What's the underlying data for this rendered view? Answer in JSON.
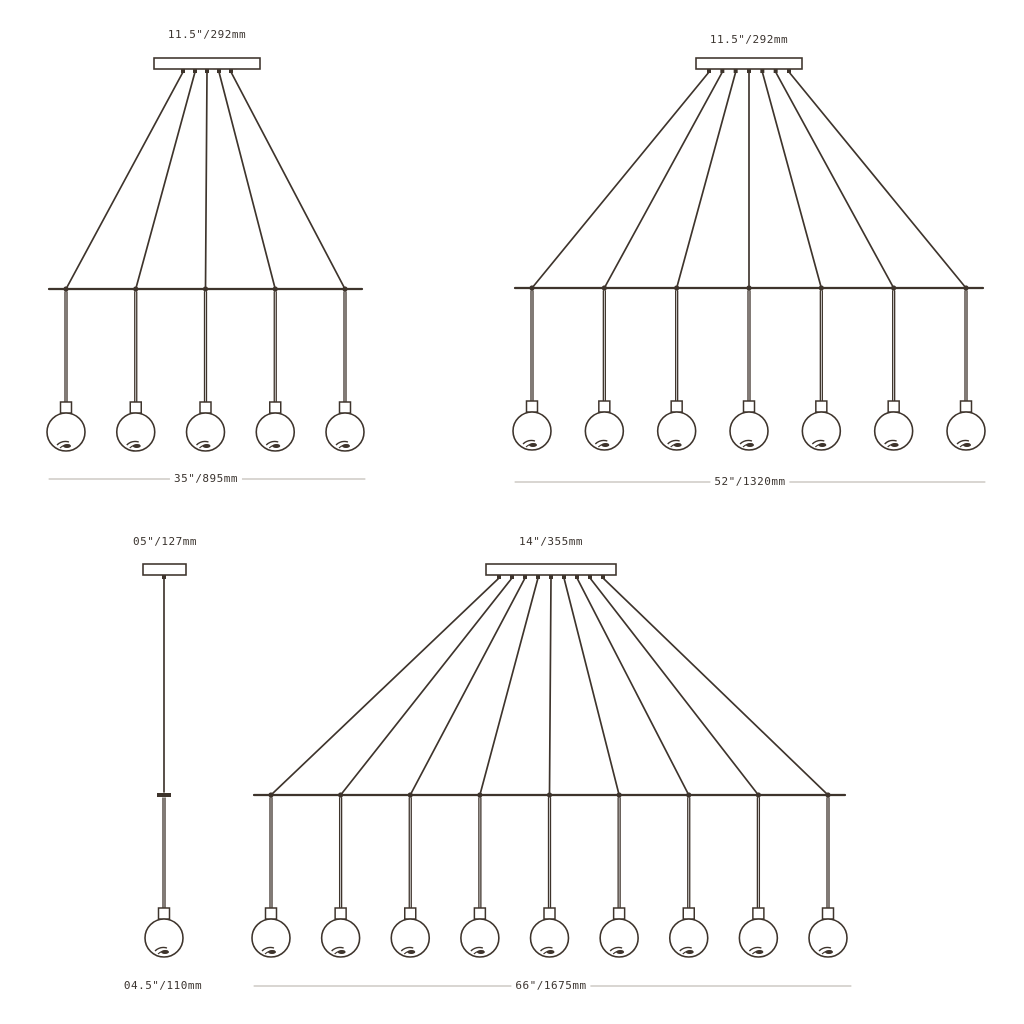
{
  "colors": {
    "stroke": "#3e342c",
    "dim_line": "#b3aca6",
    "text": "#3c3530"
  },
  "icons": {
    "globe": "globe-pendant-icon",
    "canopy": "ceiling-canopy-icon"
  },
  "fixtures": [
    {
      "id": "five-light",
      "pendant_count": 5,
      "canopy_dimension": "11.5\"/292mm",
      "width_dimension": "35\"/895mm"
    },
    {
      "id": "seven-light",
      "pendant_count": 7,
      "canopy_dimension": "11.5\"/292mm",
      "width_dimension": "52\"/1320mm"
    },
    {
      "id": "single-light",
      "pendant_count": 1,
      "canopy_dimension": "05\"/127mm",
      "width_dimension": "04.5\"/110mm"
    },
    {
      "id": "nine-light",
      "pendant_count": 9,
      "canopy_dimension": "14\"/355mm",
      "width_dimension": "66\"/1675mm"
    }
  ]
}
